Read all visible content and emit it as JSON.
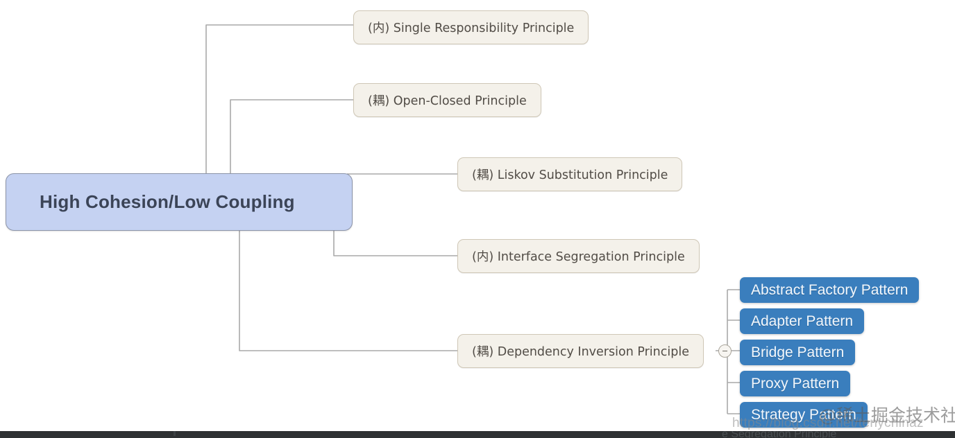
{
  "diagram": {
    "type": "mind-map",
    "background_color": "#ffffff",
    "root": {
      "label": "High Cohesion/Low Coupling",
      "fill": "#c5d2f2",
      "border": "#8b93a8",
      "text_color": "#3b4457"
    },
    "principles": [
      {
        "prefix": "(内)",
        "label": "Single Responsibility Principle",
        "full": "(内) Single Responsibility Principle"
      },
      {
        "prefix": "(耦)",
        "label": "Open-Closed Principle",
        "full": "(耦) Open-Closed Principle"
      },
      {
        "prefix": "(耦)",
        "label": "Liskov Substitution Principle",
        "full": "(耦) Liskov Substitution Principle"
      },
      {
        "prefix": "(内)",
        "label": "Interface Segregation Principle",
        "full": "(内) Interface Segregation Principle"
      },
      {
        "prefix": "(耦)",
        "label": "Dependency Inversion Principle",
        "full": "(耦) Dependency Inversion Principle"
      }
    ],
    "principle_style": {
      "fill": "#f4f1ea",
      "border": "#cfc7b6",
      "text_color": "#514c46"
    },
    "patterns": [
      {
        "label": "Abstract Factory Pattern"
      },
      {
        "label": "Adapter Pattern"
      },
      {
        "label": "Bridge Pattern"
      },
      {
        "label": "Proxy Pattern"
      },
      {
        "label": "Strategy Pattern"
      }
    ],
    "pattern_style": {
      "fill": "#3a7ebd",
      "text_color": "#f2f7fc"
    },
    "toggle": {
      "name": "collapse-toggle",
      "state": "expanded",
      "symbol": "minus"
    },
    "connector_color": "#a9a9a9"
  },
  "watermark": {
    "community": "@稀土掘金技术社区",
    "url": "https://blog.csdn.net/tenychinaz"
  },
  "bottom_strip": {
    "ghost_text": "e Segregation Principle"
  }
}
